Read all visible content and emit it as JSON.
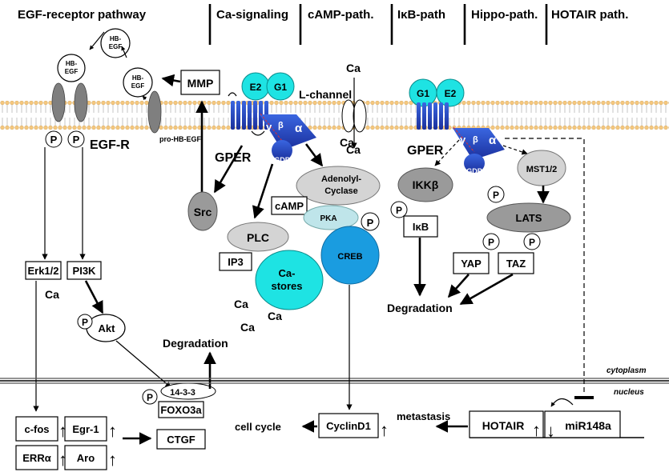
{
  "headers": [
    "EGF-receptor pathway",
    "Ca-signaling",
    "cAMP-path.",
    "IκB-path",
    "Hippo-path.",
    "HOTAIR path."
  ],
  "egf": {
    "hb1": "HB-",
    "hb2": "EGF",
    "mmp": "MMP",
    "pro_hb_egf": "pro-HB-EGF",
    "egfr": "EGF-R",
    "p": "P",
    "erk": "Erk1/2",
    "pi3k": "PI3K",
    "ca": "Ca",
    "akt": "Akt"
  },
  "gper": {
    "e2": "E2",
    "g1": "G1",
    "gamma": "γ",
    "beta": "β",
    "alpha": "α",
    "gdp": "GDP",
    "label": "GPER"
  },
  "ca_signal": {
    "l_channel": "L-channel",
    "ca": "Ca",
    "src": "Src",
    "plc": "PLC",
    "ip3": "IP3",
    "ca_stores_1": "Ca-",
    "ca_stores_2": "stores"
  },
  "camp": {
    "adenylyl_1": "Adenolyl-",
    "adenylyl_2": "Cyclase",
    "camp": "cAMP",
    "pka": "PKA",
    "creb": "CREB"
  },
  "ikb": {
    "ikkb": "IKKβ",
    "ikb": "IκB"
  },
  "hippo": {
    "mst": "MST1/2",
    "lats": "LATS",
    "yap": "YAP",
    "taz": "TAZ",
    "degradation": "Degradation"
  },
  "foxo": {
    "degradation": "Degradation",
    "complex": "14-3-3",
    "foxo": "FOXO3a"
  },
  "compartments": {
    "cytoplasm": "cytoplasm",
    "nucleus": "nucleus"
  },
  "nucleus": {
    "cfos": "c-fos",
    "egr1": "Egr-1",
    "erra": "ERRα",
    "aro": "Aro",
    "ctgf": "CTGF",
    "cell_cycle": "cell cycle",
    "cyclin": "CyclinD1",
    "metastasis": "metastasis",
    "hotair": "HOTAIR",
    "mir": "miR148a",
    "up": "↑",
    "down": "↓"
  },
  "colors": {
    "cyan": "#1ee3e3",
    "blue": "#1f3fc4",
    "lightgray": "#d4d4d4",
    "midgray": "#9a9a9a",
    "lightcyan": "#bfe5ea",
    "creb": "#1a9ce0",
    "membrane": "#f5c77e"
  }
}
